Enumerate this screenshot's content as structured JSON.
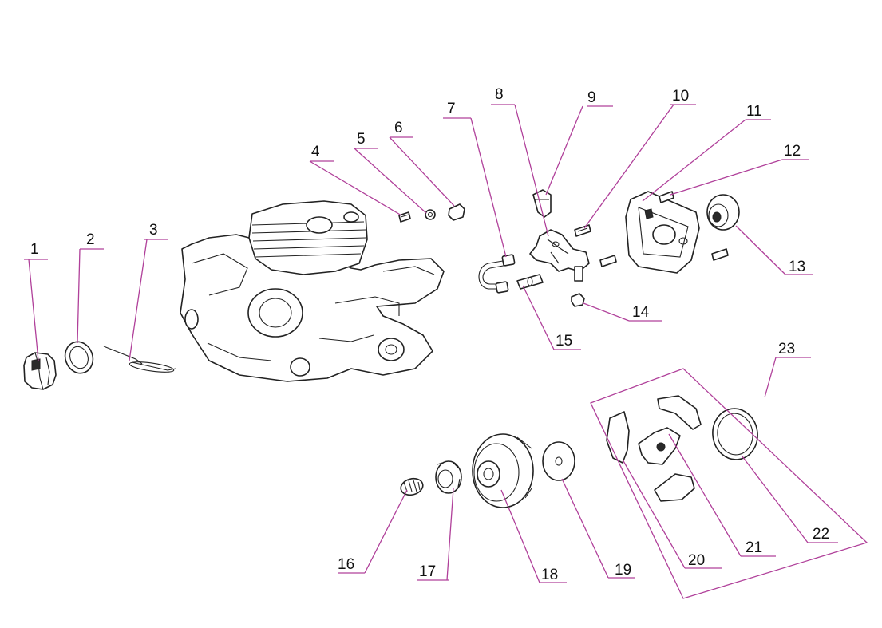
{
  "colors": {
    "leader": "#b0409a",
    "line": "#222222",
    "background": "#ffffff"
  },
  "callouts": [
    {
      "id": "1",
      "label": "1"
    },
    {
      "id": "2",
      "label": "2"
    },
    {
      "id": "3",
      "label": "3"
    },
    {
      "id": "4",
      "label": "4"
    },
    {
      "id": "5",
      "label": "5"
    },
    {
      "id": "6",
      "label": "6"
    },
    {
      "id": "7",
      "label": "7"
    },
    {
      "id": "8",
      "label": "8"
    },
    {
      "id": "9",
      "label": "9"
    },
    {
      "id": "10",
      "label": "10"
    },
    {
      "id": "11",
      "label": "11"
    },
    {
      "id": "12",
      "label": "12"
    },
    {
      "id": "13",
      "label": "13"
    },
    {
      "id": "14",
      "label": "14"
    },
    {
      "id": "15",
      "label": "15"
    },
    {
      "id": "16",
      "label": "16"
    },
    {
      "id": "17",
      "label": "17"
    },
    {
      "id": "18",
      "label": "18"
    },
    {
      "id": "19",
      "label": "19"
    },
    {
      "id": "20",
      "label": "20"
    },
    {
      "id": "21",
      "label": "21"
    },
    {
      "id": "22",
      "label": "22"
    },
    {
      "id": "23",
      "label": "23"
    }
  ]
}
